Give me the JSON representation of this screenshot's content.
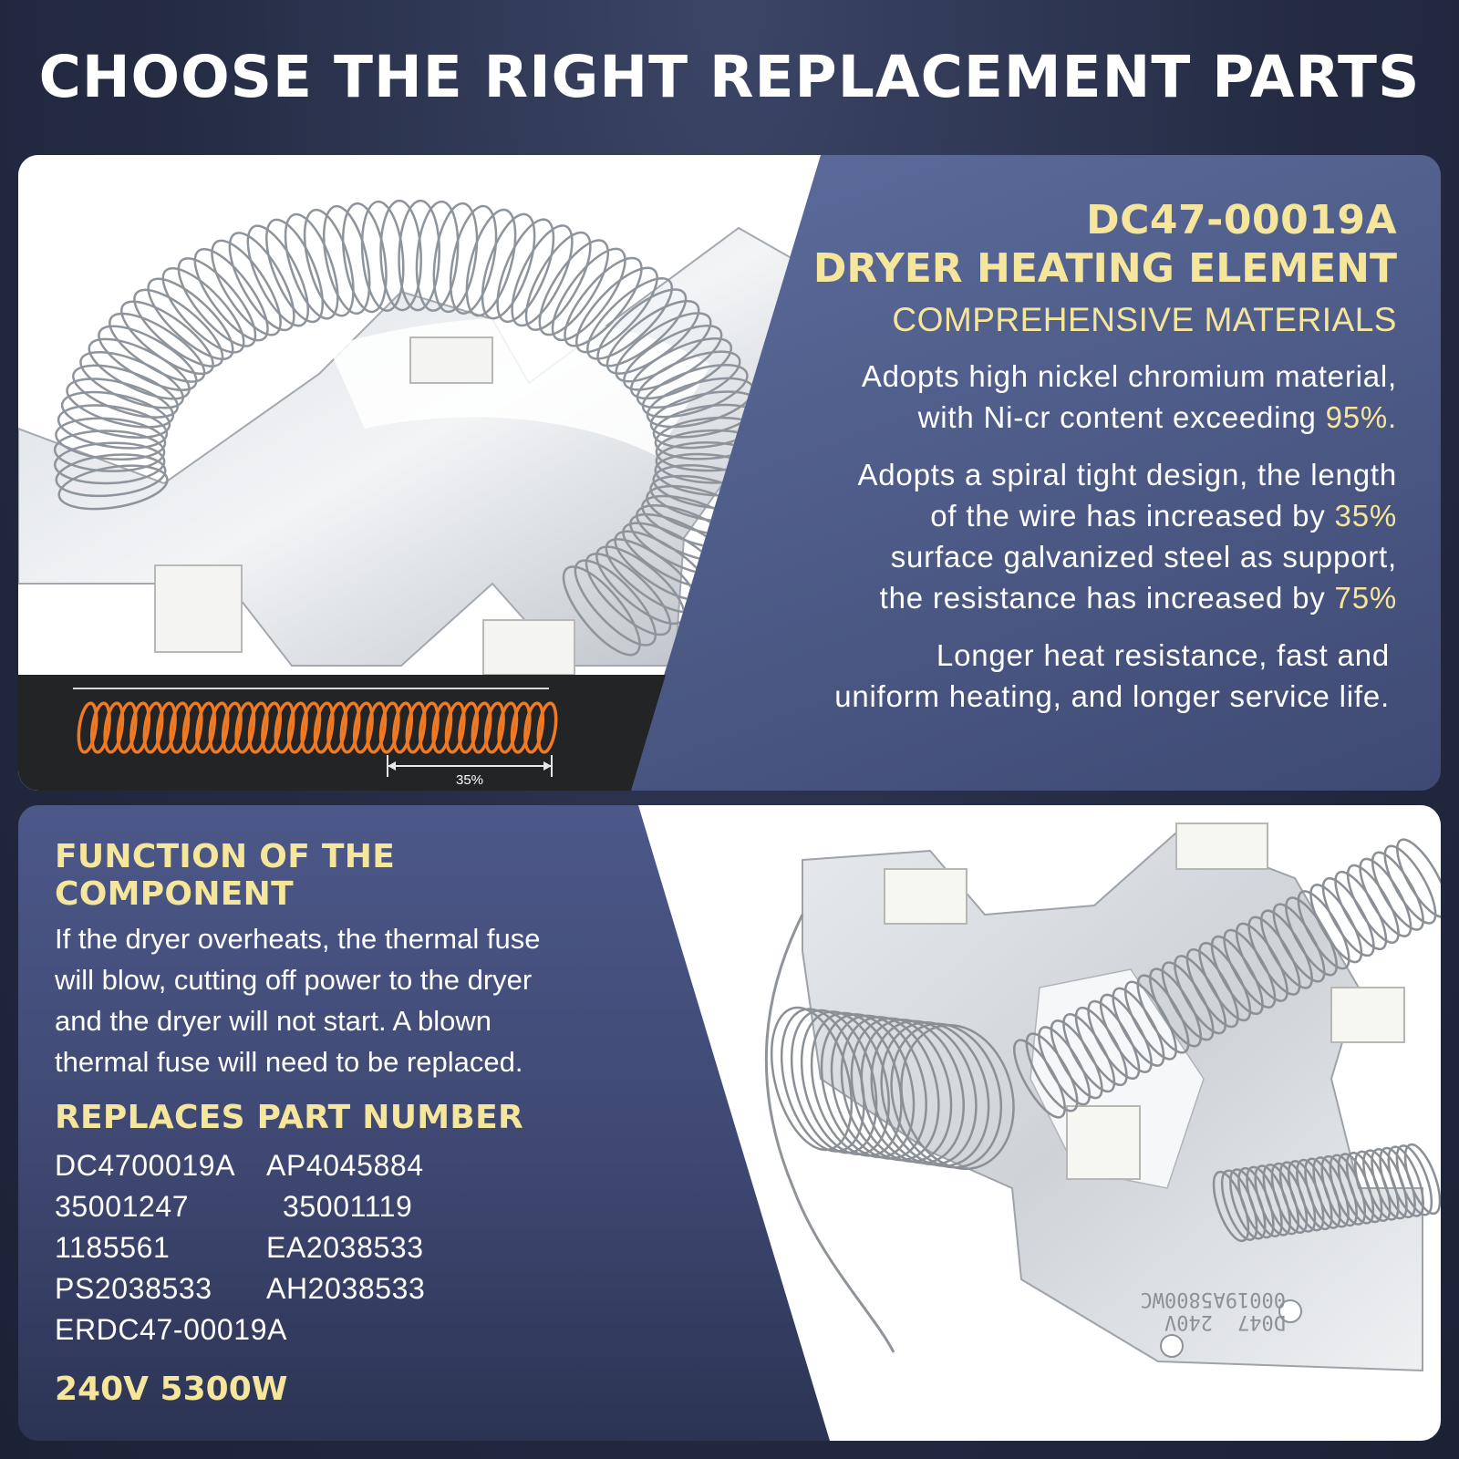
{
  "headline": "CHOOSE THE RIGHT REPLACEMENT PARTS",
  "product": {
    "model": "DC47-00019A",
    "title": "DRYER HEATING ELEMENT",
    "subtitle": "COMPREHENSIVE MATERIALS"
  },
  "materials": {
    "p1_line1": "Adopts high nickel chromium material,",
    "p1_line2": "with Ni-cr content exceeding ",
    "p1_hl": "95%.",
    "p2_line1": "Adopts a spiral tight design, the length",
    "p2_line2": "of the wire has increased by ",
    "p2_hl1": "35%",
    "p2_line3": "surface galvanized steel as support,",
    "p2_line4": "the resistance has increased by ",
    "p2_hl2": "75%",
    "p3_line1": "Longer heat resistance, fast and",
    "p3_line2": "uniform heating, and longer service life."
  },
  "coil_diagram": {
    "label": "35%"
  },
  "function": {
    "heading": "FUNCTION OF THE COMPONENT",
    "text": "If the dryer overheats, the thermal fuse will blow, cutting off power to the dryer and the dryer will not start. A blown thermal fuse will need to be replaced."
  },
  "replaces": {
    "heading": "REPLACES PART NUMBER",
    "parts": [
      "DC4700019A",
      "AP4045884",
      "35001247",
      "35001119",
      "1185561",
      "EA2038533",
      "PS2038533",
      "AH2038533"
    ],
    "last": "ERDC47-00019A"
  },
  "spec": "240V 5300W",
  "plate_marking": {
    "line1": "D047",
    "line2": "00019A",
    "line3": "240V",
    "line4": "5800WC"
  },
  "colors": {
    "accent_yellow": "#f6e69b",
    "panel_blue": "#53618f",
    "coil_orange": "#f07a24"
  }
}
